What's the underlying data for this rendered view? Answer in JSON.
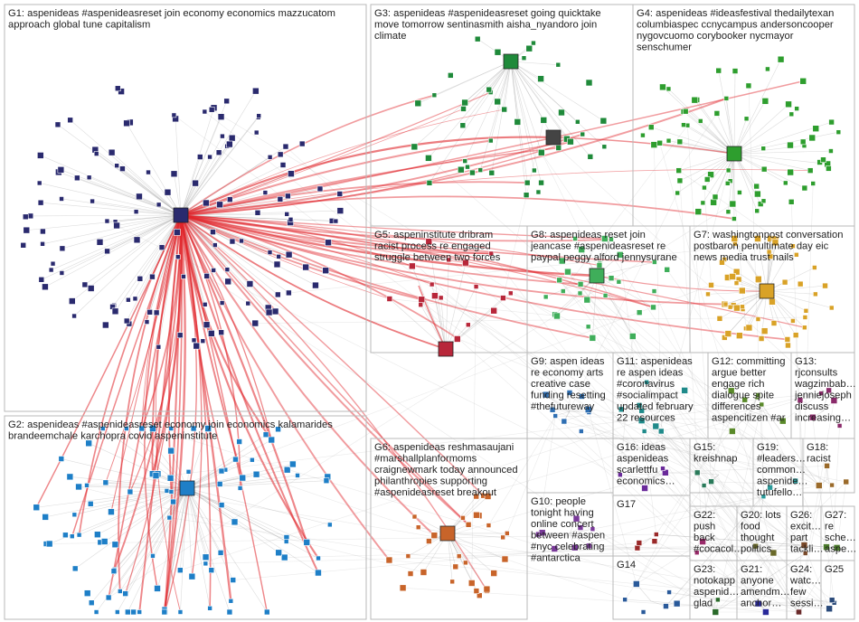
{
  "groups": [
    {
      "id": "G1",
      "lines": [
        "G1: aspenideas #aspenideasreset join economy economics mazzucatom",
        "approach global tune capitalism"
      ],
      "color": "#2a2a6e"
    },
    {
      "id": "G2",
      "lines": [
        "G2: aspenideas #aspenideasreset economy join economics kalamarides",
        "brandeemchale karchopra covid aspeninstitute"
      ],
      "color": "#1e7fc7"
    },
    {
      "id": "G3",
      "lines": [
        "G3: aspenideas #aspenideasreset going quicktake",
        "move tomorrow sentinasmith aisha_nyandoro join",
        "climate"
      ],
      "color": "#1f8a3a"
    },
    {
      "id": "G4",
      "lines": [
        "G4: aspenideas #ideasfestival thedailytexan",
        "columbiaspec ccnycampus andersoncooper",
        "nygovcuomo corybooker nycmayor",
        "senschumer"
      ],
      "color": "#2e9e2e"
    },
    {
      "id": "G5",
      "lines": [
        "G5: aspeninstitute dribram",
        "racist process re engaged",
        "struggle between two forces"
      ],
      "color": "#b8273a"
    },
    {
      "id": "G6",
      "lines": [
        "G6: aspenideas reshmasaujani",
        "#marshallplanformoms",
        "craignewmark today announced",
        "philanthropies supporting",
        "#aspenideasreset breakout"
      ],
      "color": "#c8642a"
    },
    {
      "id": "G7",
      "lines": [
        "G7: washingtonpost conversation",
        "postbaron penultimate day eic",
        "news media trust nails"
      ],
      "color": "#d9a227"
    },
    {
      "id": "G8",
      "lines": [
        "G8: aspenideas reset join",
        "jeancase #aspenideasreset re",
        "paypal peggy alford jennysurane"
      ],
      "color": "#3fae5a"
    },
    {
      "id": "G9",
      "lines": [
        "G9: aspen ideas",
        "re economy arts",
        "creative case",
        "funding resetting",
        "#thefutureway"
      ],
      "color": "#2f6fb3"
    },
    {
      "id": "G10",
      "lines": [
        "G10: people",
        "tonight having",
        "online concert",
        "between #aspen",
        "#nyc celebrating",
        "#antarctica"
      ],
      "color": "#7a3a9a"
    },
    {
      "id": "G11",
      "lines": [
        "G11: aspenideas",
        "re aspen ideas",
        "#coronavirus",
        "#socialimpact",
        "updated february",
        "22 resources"
      ],
      "color": "#1f8a8a"
    },
    {
      "id": "G12",
      "lines": [
        "G12: committing",
        "argue better",
        "engage rich",
        "dialogue spite",
        "differences",
        "aspencitizen #ar"
      ],
      "color": "#5a8a2a"
    },
    {
      "id": "G13",
      "lines": [
        "G13:",
        "rjconsults",
        "wagzimbab…",
        "jenniejoseph",
        "discuss",
        "increasing…"
      ],
      "color": "#8a2a6a"
    },
    {
      "id": "G14",
      "lines": [
        "G14"
      ],
      "color": "#2a5a9a"
    },
    {
      "id": "G15",
      "lines": [
        "G15:",
        "kreishnap"
      ],
      "color": "#2a7a5a"
    },
    {
      "id": "G16",
      "lines": [
        "G16: ideas",
        "aspenideas",
        "scarlettfu",
        "economics…"
      ],
      "color": "#6a2a9a"
    },
    {
      "id": "G17",
      "lines": [
        "G17"
      ],
      "color": "#9a2a2a"
    },
    {
      "id": "G18",
      "lines": [
        "G18:",
        "racist"
      ],
      "color": "#9a6a2a"
    },
    {
      "id": "G19",
      "lines": [
        "G19:",
        "#leaders…",
        "common…",
        "aspenide…",
        "tutufello…"
      ],
      "color": "#2a9a9a"
    },
    {
      "id": "G20",
      "lines": [
        "G20: lots",
        "food",
        "thought",
        "politics"
      ],
      "color": "#6a6a2a"
    },
    {
      "id": "G21",
      "lines": [
        "G21:",
        "anyone",
        "amendm…",
        "anchor…"
      ],
      "color": "#2a2a9a"
    },
    {
      "id": "G22",
      "lines": [
        "G22:",
        "push",
        "back",
        "#cocacol…"
      ],
      "color": "#9a2a6a"
    },
    {
      "id": "G23",
      "lines": [
        "G23:",
        "notokapp",
        "aspenid…",
        "glad"
      ],
      "color": "#2a6a2a"
    },
    {
      "id": "G24",
      "lines": [
        "G24:",
        "watc…",
        "few",
        "sessi…"
      ],
      "color": "#6a2a2a"
    },
    {
      "id": "G25",
      "lines": [
        "G25"
      ],
      "color": "#2a4a7a"
    },
    {
      "id": "G26",
      "lines": [
        "G26:",
        "excit…",
        "part",
        "tackli…"
      ],
      "color": "#7a4a2a"
    },
    {
      "id": "G27",
      "lines": [
        "G27:",
        "re",
        "sche…",
        "aspe…"
      ],
      "color": "#4a7a2a"
    }
  ]
}
